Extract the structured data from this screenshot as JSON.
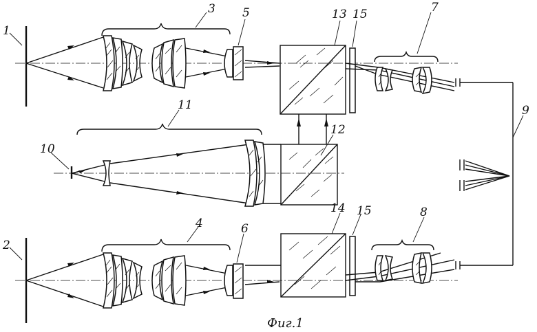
{
  "figure": {
    "caption": "Фиг.1",
    "labels": {
      "l1": "1",
      "l2": "2",
      "l3": "3",
      "l4": "4",
      "l5": "5",
      "l6": "6",
      "l7": "7",
      "l8": "8",
      "l9": "9",
      "l10": "10",
      "l11": "11",
      "l12": "12",
      "l13": "13",
      "l14": "14",
      "l15a": "15",
      "l15b": "15"
    }
  }
}
